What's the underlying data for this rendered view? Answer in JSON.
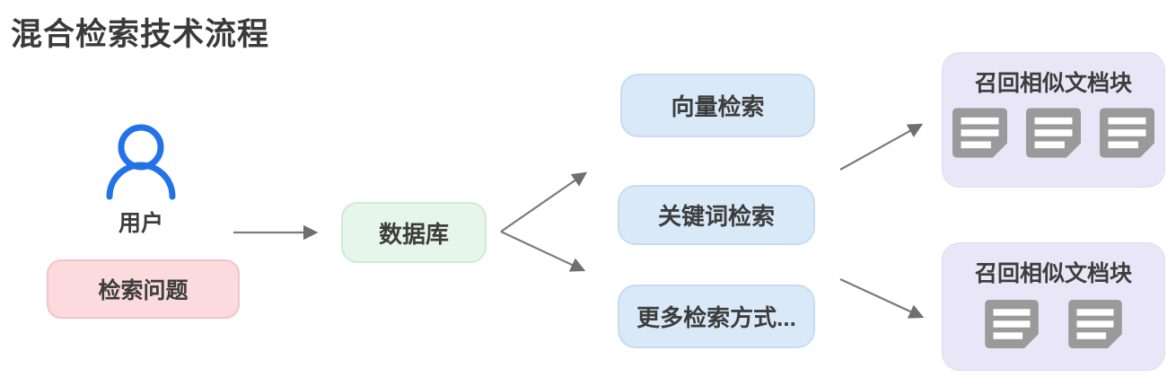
{
  "title": "混合检索技术流程",
  "nodes": {
    "user": {
      "label": "用户",
      "icon": "user-icon"
    },
    "query": {
      "label": "检索问题"
    },
    "database": {
      "label": "数据库"
    },
    "methods": [
      {
        "id": "vector-search",
        "label": "向量检索"
      },
      {
        "id": "keyword-search",
        "label": "关键词检索"
      },
      {
        "id": "more-methods",
        "label": "更多检索方式..."
      }
    ],
    "results": [
      {
        "id": "recall-top",
        "label": "召回相似文档块",
        "doc_count": 3,
        "doc_icon": "document-icon"
      },
      {
        "id": "recall-bottom",
        "label": "召回相似文档块",
        "doc_count": 2,
        "doc_icon": "document-icon"
      }
    ]
  },
  "edges": [
    {
      "from": "user",
      "to": "database"
    },
    {
      "from": "database",
      "to": "vector-search"
    },
    {
      "from": "database",
      "to": "more-methods"
    },
    {
      "from": "methods",
      "to": "recall-top"
    },
    {
      "from": "methods",
      "to": "recall-bottom"
    }
  ],
  "colors": {
    "title_text": "#3a3a3a",
    "node_text": "#3d3d3d",
    "user_icon_blue": "#2273e8",
    "query_box_pink": "#fbdbde",
    "database_box_green": "#e7f6ea",
    "method_box_blue": "#d9e9f8",
    "result_box_purple": "#e9e7f7",
    "arrow_gray": "#7b7b7b",
    "document_icon_gray": "#9a9a9a"
  }
}
